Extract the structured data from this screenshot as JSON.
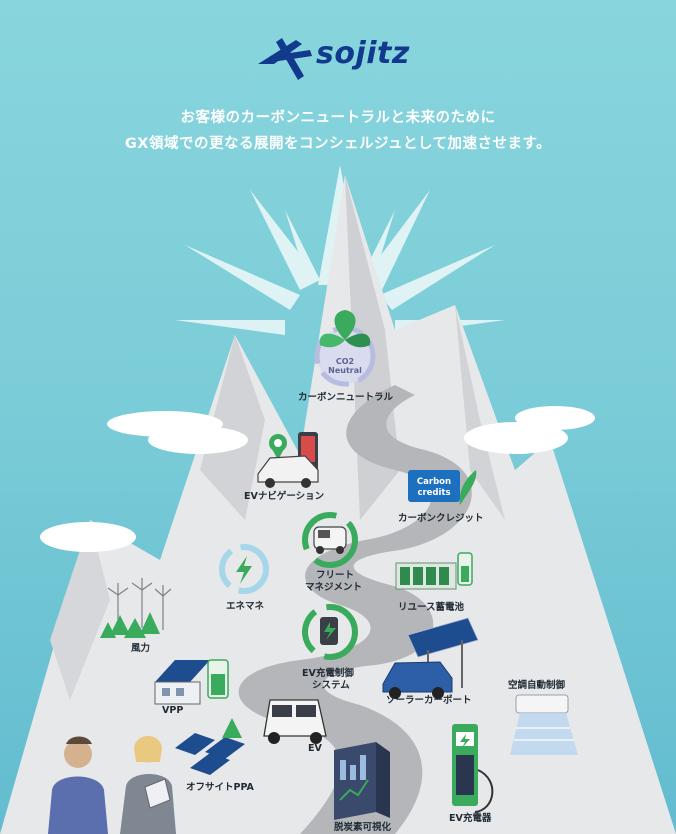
{
  "brand": {
    "name": "sojitz",
    "color": "#123a8c"
  },
  "tagline": {
    "line1": "お客様のカーボンニュートラルと未来のために",
    "line2": "GX領域での更なる展開をコンシェルジュとして加速させます。"
  },
  "badges": {
    "co2_line1": "CO2",
    "co2_line2": "Neutral",
    "credits_line1": "Carbon",
    "credits_line2": "credits"
  },
  "labels": {
    "carbon_neutral": "カーボンニュートラル",
    "ev_navigation": "EVナビゲーション",
    "carbon_credit": "カーボンクレジット",
    "fleet_line1": "フリート",
    "fleet_line2": "マネジメント",
    "enemane": "エネマネ",
    "reuse_battery": "リユース蓄電池",
    "wind": "風力",
    "ev_control_line1": "EV充電制御",
    "ev_control_line2": "システム",
    "solar_carport": "ソーラーカーポート",
    "hvac_control": "空調自動制御",
    "vpp": "VPP",
    "ev": "EV",
    "offsite_ppa": "オフサイトPPA",
    "decarbon_visual": "脱炭素可視化",
    "ev_charger": "EV充電器"
  },
  "colors": {
    "sky_top": "#88d5dd",
    "mountain": "#e6e7e9",
    "mountain_shadow": "#c9cacd",
    "road": "#b3b5b9",
    "accent_green": "#3aaa5c",
    "accent_navy": "#123a8c"
  }
}
